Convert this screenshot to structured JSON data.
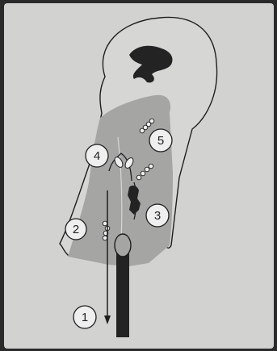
{
  "colors": {
    "paper": "#d2d3d1",
    "outer_shape_fill": "#d6d7d5",
    "tissue_fill": "#a5a6a4",
    "dark_fill": "#232323",
    "line": "#1e1e1e",
    "frame": "#2a2a2a"
  },
  "icons": {
    "arrow": "down-arrow-icon"
  },
  "labels": {
    "one": "1",
    "two": "2",
    "three": "3",
    "four": "4",
    "five": "5"
  }
}
